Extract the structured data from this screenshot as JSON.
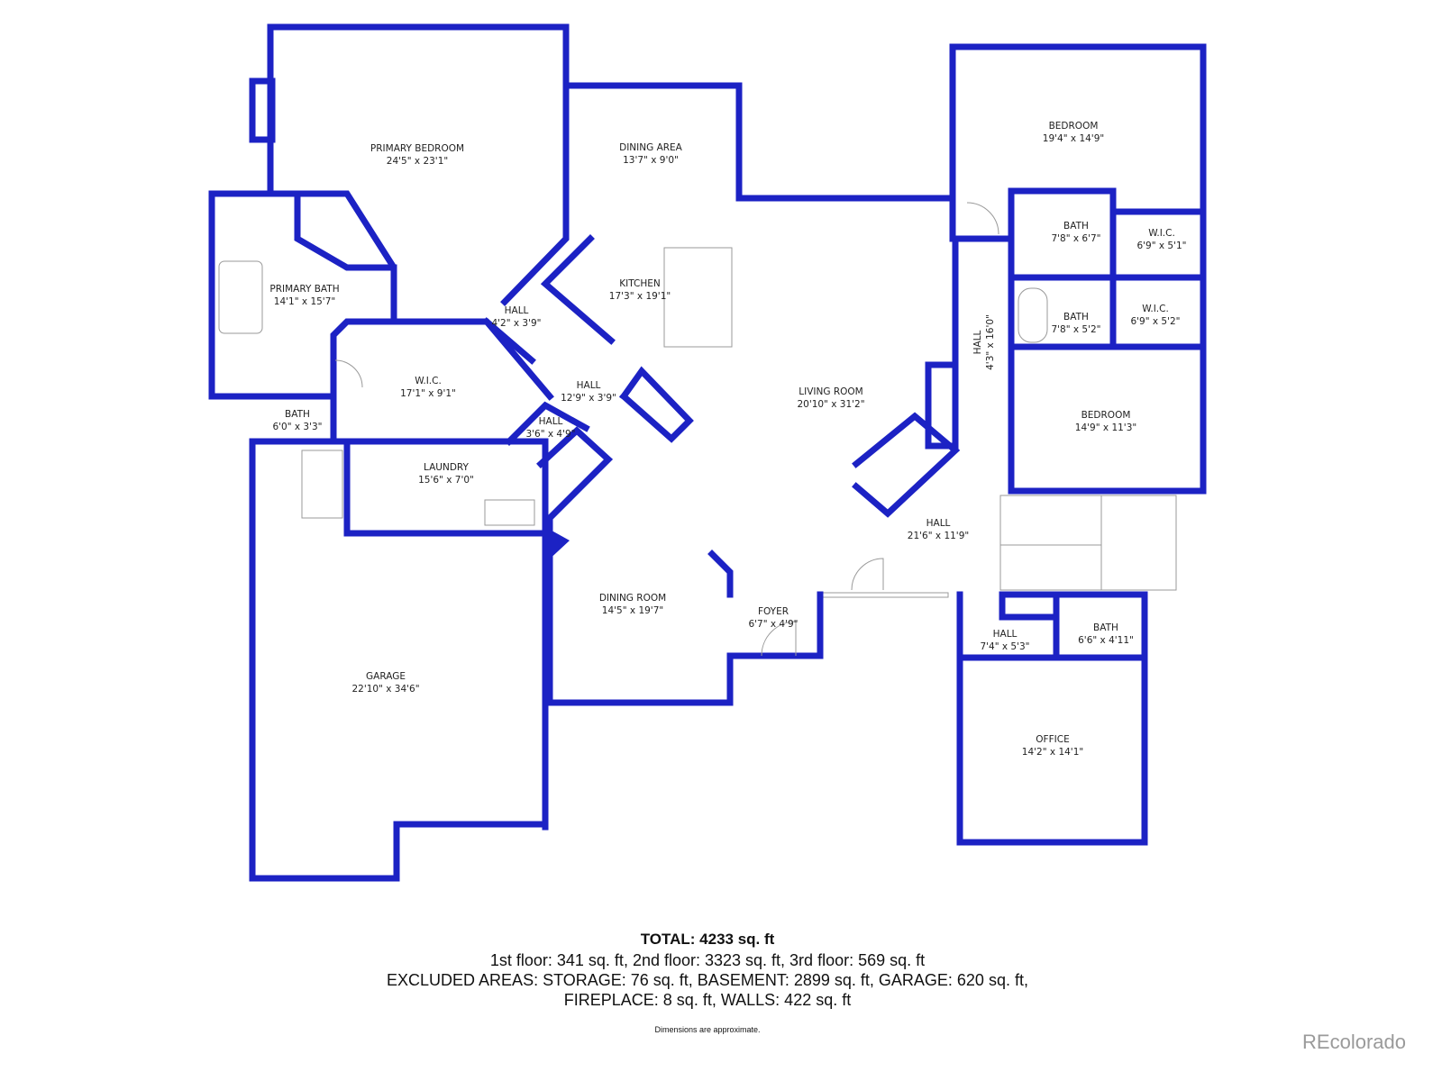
{
  "rooms": [
    {
      "name": "PRIMARY BEDROOM",
      "size": "24'5\" x 23'1\""
    },
    {
      "name": "DINING AREA",
      "size": "13'7\" x 9'0\""
    },
    {
      "name": "KITCHEN",
      "size": "17'3\" x 19'1\""
    },
    {
      "name": "PRIMARY BATH",
      "size": "14'1\" x 15'7\""
    },
    {
      "name": "HALL",
      "size": "4'2\" x 3'9\""
    },
    {
      "name": "W.I.C.",
      "size": "17'1\" x 9'1\""
    },
    {
      "name": "HALL",
      "size": "12'9\" x 3'9\""
    },
    {
      "name": "BATH",
      "size": "6'0\" x 3'3\""
    },
    {
      "name": "HALL",
      "size": "3'6\" x 4'9\""
    },
    {
      "name": "LAUNDRY",
      "size": "15'6\" x 7'0\""
    },
    {
      "name": "GARAGE",
      "size": "22'10\" x 34'6\""
    },
    {
      "name": "DINING ROOM",
      "size": "14'5\" x 19'7\""
    },
    {
      "name": "FOYER",
      "size": "6'7\" x 4'9\""
    },
    {
      "name": "LIVING ROOM",
      "size": "20'10\" x 31'2\""
    },
    {
      "name": "HALL",
      "size": "21'6\" x 11'9\""
    },
    {
      "name": "BEDROOM",
      "size": "19'4\" x 14'9\""
    },
    {
      "name": "BATH",
      "size": "7'8\" x 6'7\""
    },
    {
      "name": "W.I.C.",
      "size": "6'9\" x 5'1\""
    },
    {
      "name": "BATH",
      "size": "7'8\" x 5'2\""
    },
    {
      "name": "W.I.C.",
      "size": "6'9\" x 5'2\""
    },
    {
      "name": "HALL",
      "size": "4'3\" x 16'0\""
    },
    {
      "name": "BEDROOM",
      "size": "14'9\" x 11'3\""
    },
    {
      "name": "HALL",
      "size": "7'4\" x 5'3\""
    },
    {
      "name": "BATH",
      "size": "6'6\" x 4'11\""
    },
    {
      "name": "OFFICE",
      "size": "14'2\" x 14'1\""
    }
  ],
  "summary": {
    "total": "TOTAL: 4233 sq. ft",
    "floors": "1st floor: 341 sq. ft, 2nd floor: 3323 sq. ft, 3rd floor: 569 sq. ft",
    "excluded_1": "EXCLUDED AREAS: STORAGE: 76 sq. ft, BASEMENT: 2899 sq. ft, GARAGE: 620 sq. ft,",
    "excluded_2": "FIREPLACE: 8 sq. ft, WALLS: 422 sq. ft",
    "note": "Dimensions are approximate."
  },
  "watermark": "REcolorado",
  "colors": {
    "wall": "#1c22c4"
  }
}
